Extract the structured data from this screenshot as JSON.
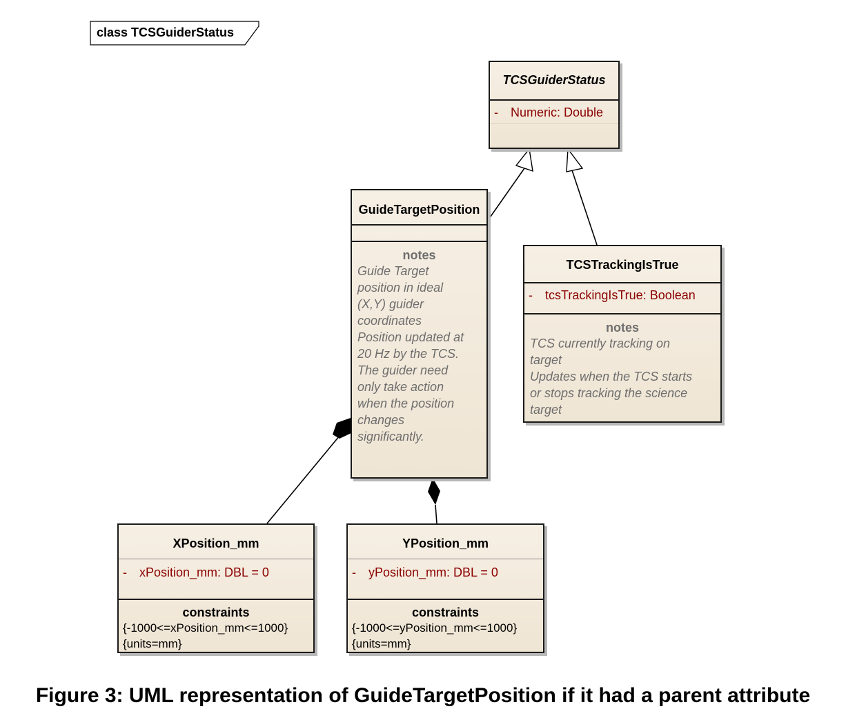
{
  "frame": {
    "label": "class TCSGuiderStatus"
  },
  "classes": {
    "tcs_guider_status": {
      "name": "TCSGuiderStatus",
      "attributes": [
        {
          "visibility": "-",
          "text": "Numeric:  Double"
        }
      ]
    },
    "guide_target_position": {
      "name": "GuideTargetPosition",
      "notes_title": "notes",
      "notes": [
        "Guide Target",
        "position in ideal",
        "(X,Y) guider",
        "coordinates",
        "Position updated at",
        "20 Hz by the TCS.",
        "The guider need",
        "only take action",
        "when the position",
        "changes",
        "significantly."
      ]
    },
    "tcs_tracking_is_true": {
      "name": "TCSTrackingIsTrue",
      "attributes": [
        {
          "visibility": "-",
          "text": "tcsTrackingIsTrue:  Boolean"
        }
      ],
      "notes_title": "notes",
      "notes": [
        "TCS currently tracking on",
        "target",
        "Updates when the TCS starts",
        "or stops tracking the science",
        "target"
      ]
    },
    "x_position_mm": {
      "name": "XPosition_mm",
      "attributes": [
        {
          "visibility": "-",
          "text": "xPosition_mm:  DBL = 0"
        }
      ],
      "constraints_title": "constraints",
      "constraints": [
        "{-1000<=xPosition_mm<=1000}",
        "{units=mm}"
      ]
    },
    "y_position_mm": {
      "name": "YPosition_mm",
      "attributes": [
        {
          "visibility": "-",
          "text": "yPosition_mm:  DBL = 0"
        }
      ],
      "constraints_title": "constraints",
      "constraints": [
        "{-1000<=yPosition_mm<=1000}",
        "{units=mm}"
      ]
    }
  },
  "relationships": [
    {
      "type": "generalization",
      "from": "GuideTargetPosition",
      "to": "TCSGuiderStatus"
    },
    {
      "type": "generalization",
      "from": "TCSTrackingIsTrue",
      "to": "TCSGuiderStatus"
    },
    {
      "type": "composition",
      "whole": "GuideTargetPosition",
      "part": "XPosition_mm"
    },
    {
      "type": "composition",
      "whole": "GuideTargetPosition",
      "part": "YPosition_mm"
    }
  ],
  "caption": "Figure 3: UML representation of GuideTargetPosition if it had a parent attribute"
}
